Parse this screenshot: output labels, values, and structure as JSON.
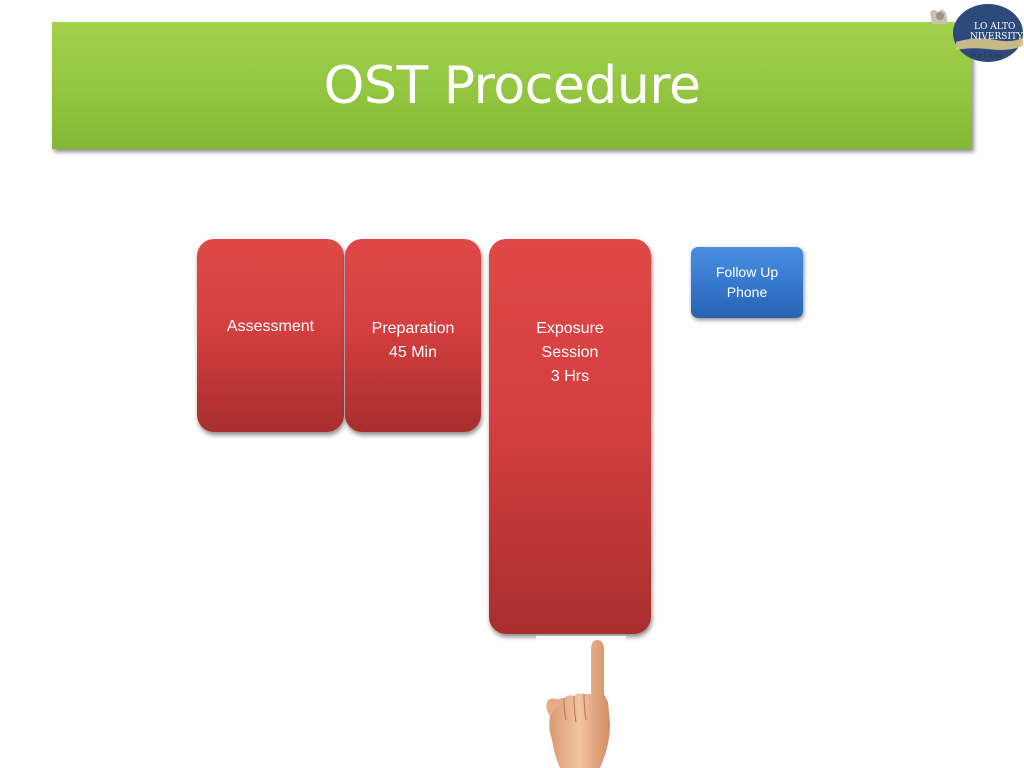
{
  "slide": {
    "title": "OST Procedure"
  },
  "logo": {
    "line1": "LO ALTO",
    "line2": "NIVERSITY",
    "tagline": "ing Lives"
  },
  "steps": [
    {
      "label": "Assessment"
    },
    {
      "label": "Preparation\n45 Min"
    },
    {
      "label": "Exposure\nSession\n3 Hrs"
    }
  ],
  "follow_up": {
    "label": "Follow Up\nPhone"
  },
  "colors": {
    "title_bar": "#93c540",
    "step_box": "#d53f3f",
    "follow_up_box": "#3577cd"
  }
}
